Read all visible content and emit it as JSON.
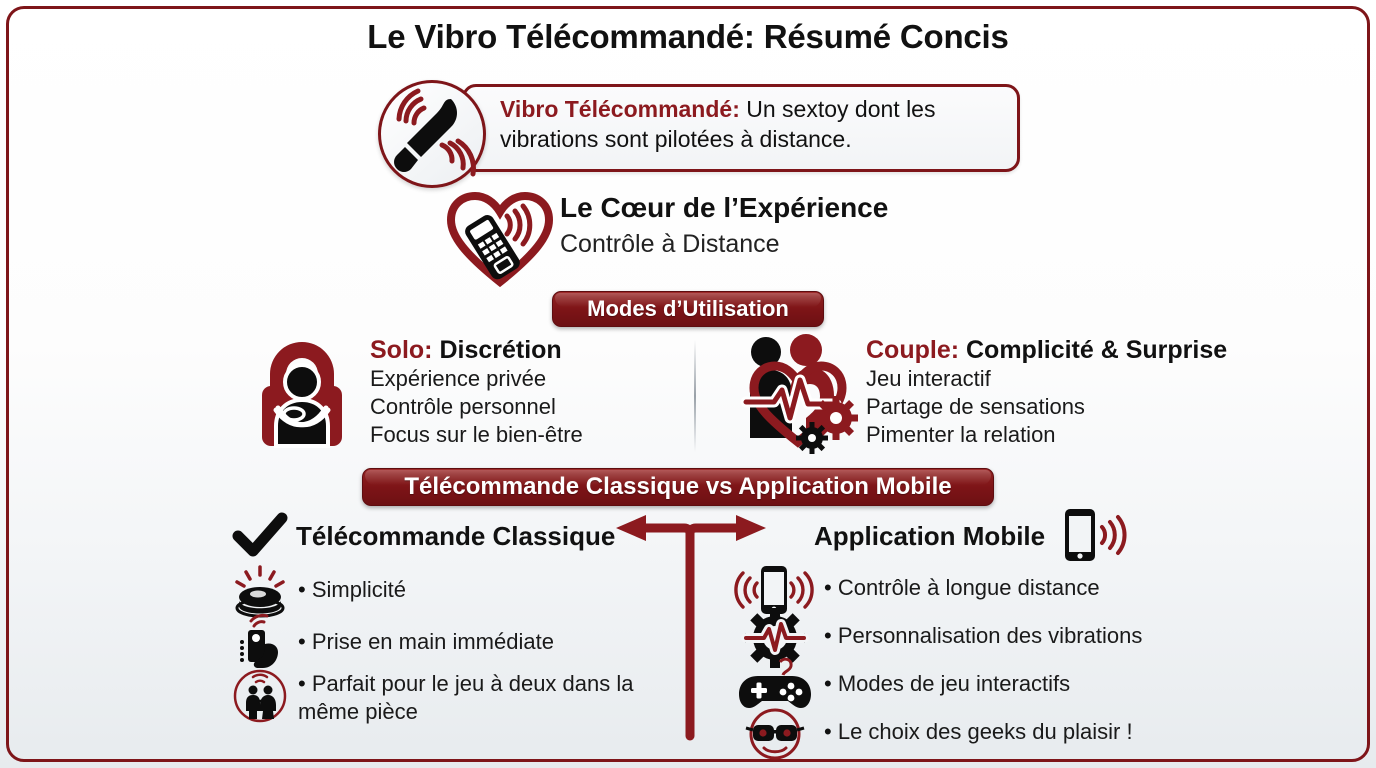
{
  "title": "Le Vibro Télécommandé: Résumé Concis",
  "colors": {
    "accent_dark_red": "#7e1519",
    "accent_red": "#8c1a1f",
    "banner_red": "#8d2020",
    "ink": "#111111",
    "background_top": "#ffffff",
    "background_bottom": "#e7ebee"
  },
  "definition": {
    "icon": "vibrator-waves-icon",
    "term": "Vibro Télécommandé:",
    "text": " Un sextoy dont les vibrations sont pilotées à distance."
  },
  "core": {
    "icon": "heart-remote-icon",
    "heading": "Le Cœur de l’Expérience",
    "subheading": "Contrôle à Distance"
  },
  "modes": {
    "banner": "Modes d’Utilisation",
    "items": [
      {
        "icon": "padlock-person-icon",
        "keyword": "Solo:",
        "title": " Discrétion",
        "points": [
          "Expérience privée",
          "Contrôle personnel",
          "Focus sur le bien-être"
        ]
      },
      {
        "icon": "couple-heart-gears-icon",
        "keyword": "Couple:",
        "title": " Complicité & Surprise",
        "points": [
          "Jeu interactif",
          "Partage de sensations",
          "Pimenter la relation"
        ]
      }
    ]
  },
  "comparison": {
    "banner": "Télécommande Classique vs Application Mobile",
    "arrow": "double-arrow-split-icon",
    "left": {
      "head_icon": "checkmark-icon",
      "heading": "Télécommande Classique",
      "features": [
        {
          "icon": "push-button-icon",
          "bullet": "•",
          "text": "Simplicité"
        },
        {
          "icon": "hand-remote-icon",
          "bullet": "•",
          "text": "Prise en main immédiate"
        },
        {
          "icon": "couple-circle-icon",
          "bullet": "•",
          "text": "Parfait pour le jeu à deux dans la même pièce"
        }
      ]
    },
    "right": {
      "head_icon": "smartphone-waves-icon",
      "heading": "Application Mobile",
      "features": [
        {
          "icon": "smartphone-signal-icon",
          "bullet": "•",
          "text": "Contrôle à longue distance"
        },
        {
          "icon": "gear-pulse-icon",
          "bullet": "•",
          "text": "Personnalisation des vibrations"
        },
        {
          "icon": "gamepad-icon",
          "bullet": "•",
          "text": "Modes de jeu interactifs"
        },
        {
          "icon": "geek-face-icon",
          "bullet": "•",
          "text": "Le choix des geeks du plaisir !"
        }
      ]
    }
  }
}
